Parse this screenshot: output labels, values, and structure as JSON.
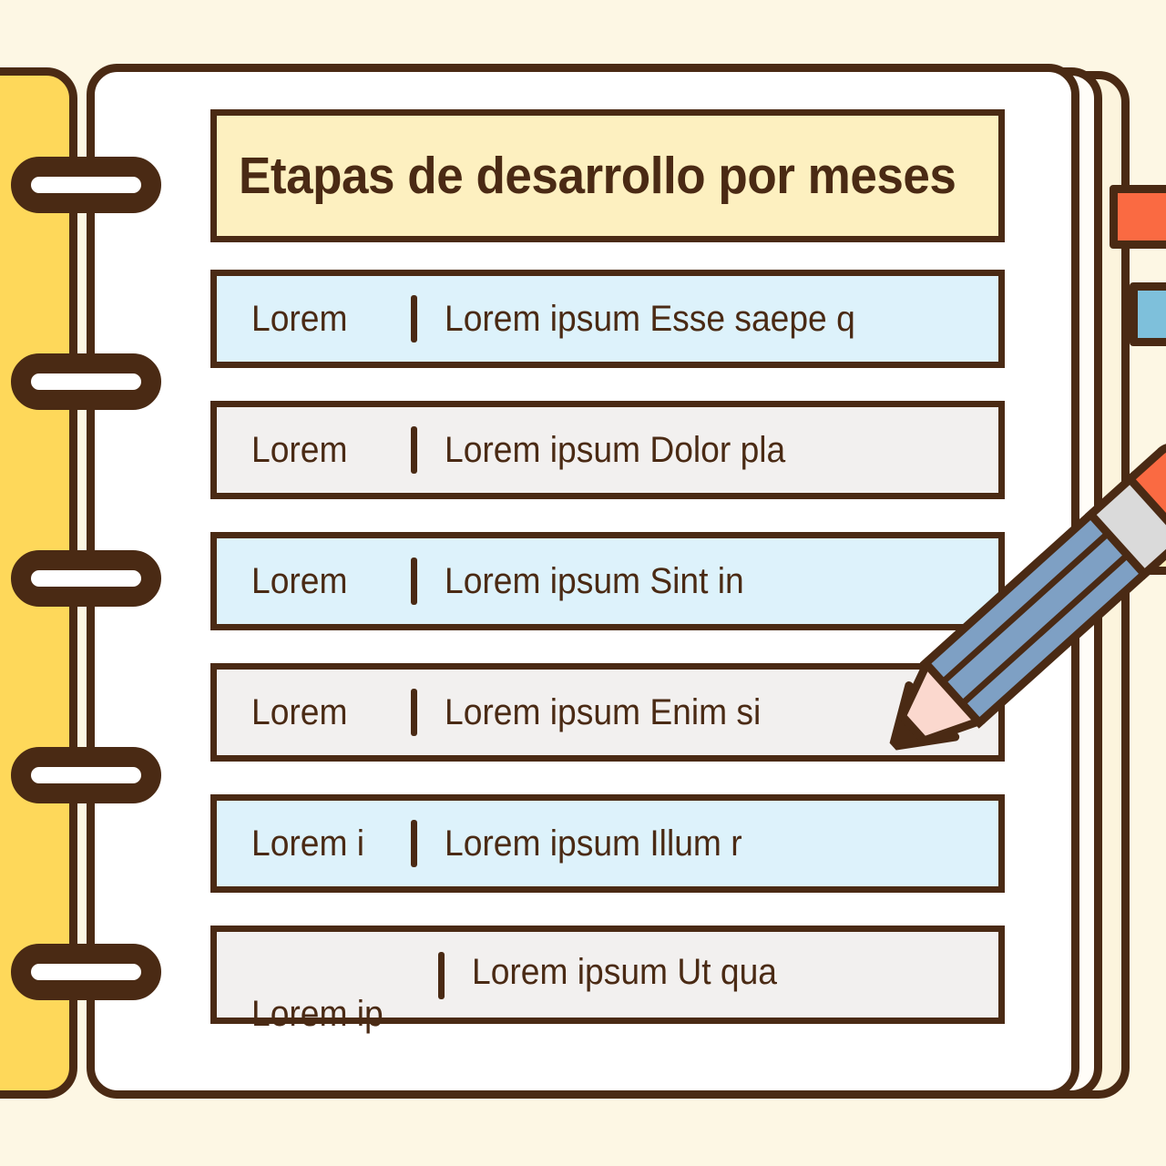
{
  "notebook": {
    "title_band": {
      "text": "Etapas de desarrollo por meses",
      "background": "#FDF0C0"
    },
    "colors": {
      "ink": "#4A2A14",
      "page": "#FFFFFF",
      "canvas": "#FDF7E4",
      "binder_flap": "#FED85A",
      "row_blue": "#DDF2FB",
      "row_gray": "#F2F0EF",
      "tab_orange": "#FA6A42",
      "tab_blue": "#7EC0DB",
      "tab_cream": "#FDEEBE",
      "pencil_body": "#7EA0C4",
      "pencil_wood": "#FBD8CE",
      "pencil_ferrule": "#DADADA",
      "pencil_eraser": "#FA6A42"
    },
    "rows": [
      {
        "label": "Lorem",
        "text": "Lorem ipsum Esse saepe q",
        "tone": "blue"
      },
      {
        "label": "Lorem",
        "text": "Lorem ipsum Dolor pla",
        "tone": "gray"
      },
      {
        "label": "Lorem",
        "text": "Lorem ipsum Sint in",
        "tone": "blue"
      },
      {
        "label": "Lorem",
        "text": "Lorem ipsum Enim si",
        "tone": "gray"
      },
      {
        "label": "Lorem i",
        "text": "Lorem ipsum Illum r",
        "tone": "blue"
      },
      {
        "label": "Lorem ip",
        "text": "Lorem ipsum Ut qua",
        "tone": "gray"
      }
    ],
    "index_tabs": [
      {
        "name": "orange-tab",
        "color": "#FA6A42"
      },
      {
        "name": "blue-tab",
        "color": "#7EC0DB"
      },
      {
        "name": "cream-tab",
        "color": "#FDEEBE"
      }
    ],
    "binder_rings": 5,
    "pencil": {
      "name": "pencil"
    }
  }
}
